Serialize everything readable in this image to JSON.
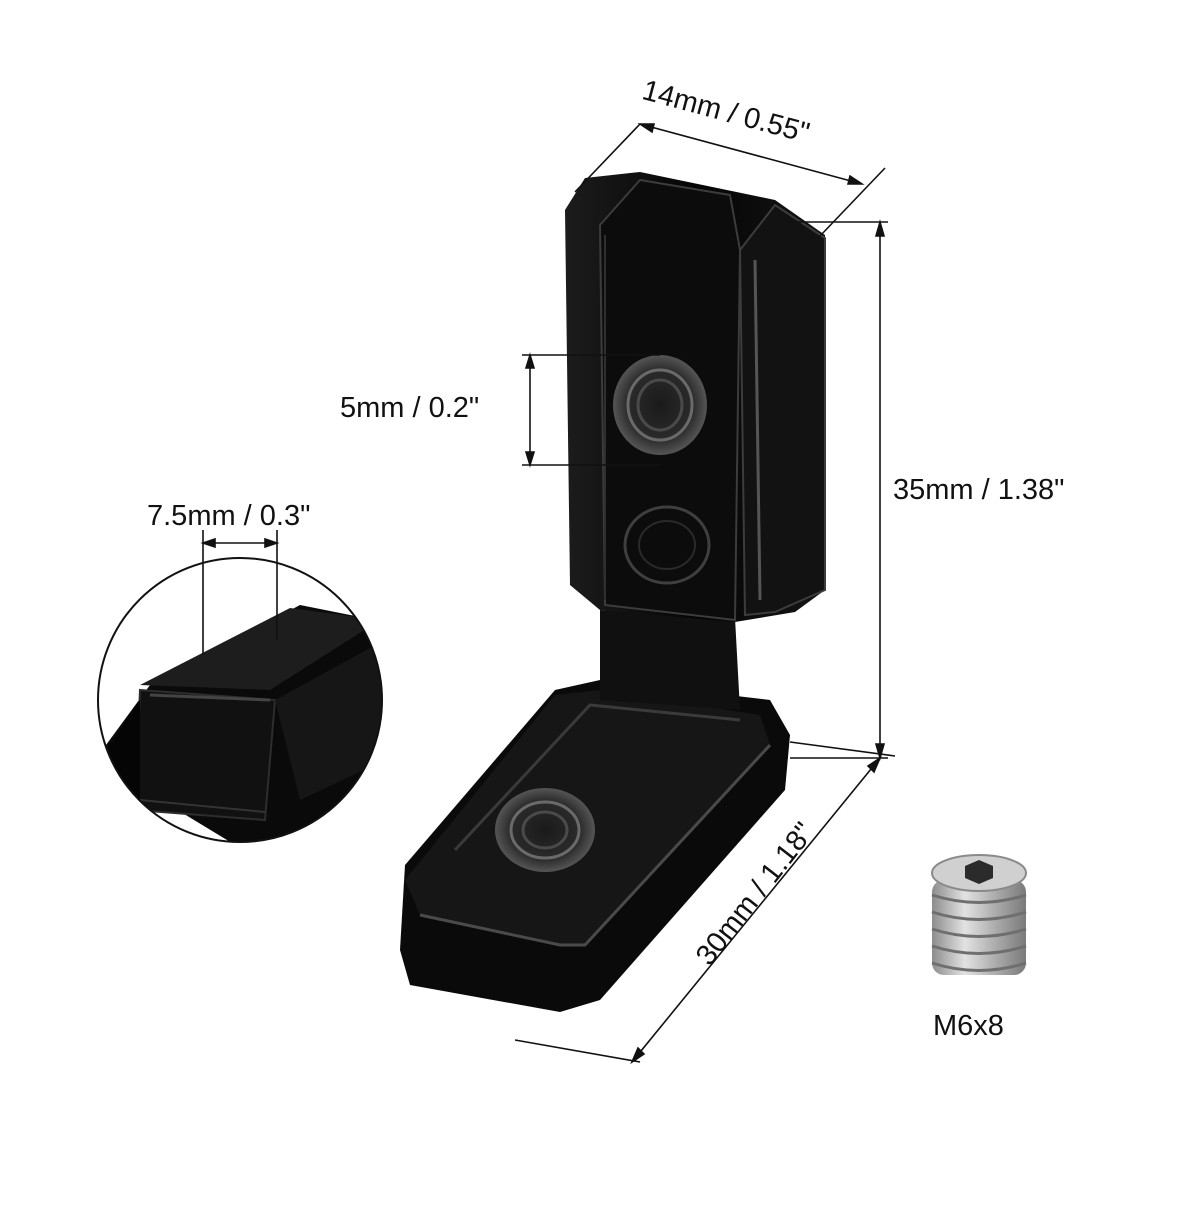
{
  "dimensions": {
    "width_top": "14mm / 0.55\"",
    "hole_diameter": "5mm / 0.2\"",
    "height": "35mm / 1.38\"",
    "rail_width": "7.5mm / 0.3\"",
    "base_length": "30mm / 1.18\""
  },
  "screw": {
    "label": "M6x8"
  },
  "colors": {
    "bracket_body": "#0d0d0d",
    "bracket_highlight": "#3a3a3a",
    "dimension_line": "#111111",
    "screw_metal": "#b9b9b9",
    "background": "#ffffff"
  }
}
